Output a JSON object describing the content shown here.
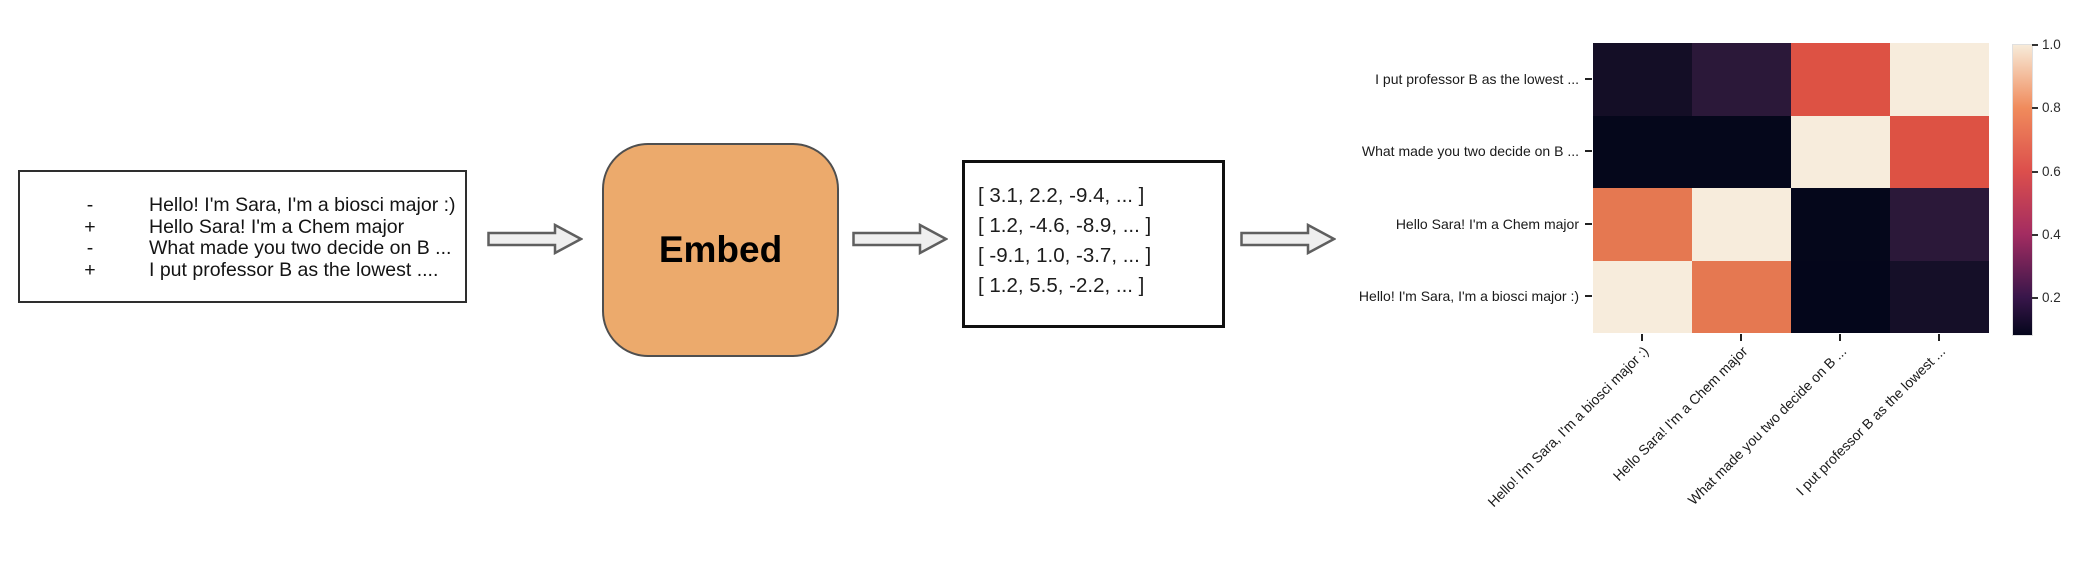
{
  "pipeline": {
    "chat_box": {
      "messages": [
        {
          "bullet": "-",
          "text": "Hello! I'm Sara, I'm a biosci major :)"
        },
        {
          "bullet": "+",
          "text": "Hello Sara! I'm a Chem major"
        },
        {
          "bullet": "-",
          "text": "What made you two decide on B ..."
        },
        {
          "bullet": "+",
          "text": "I put professor B as the lowest ...."
        }
      ]
    },
    "embed_block": {
      "label": "Embed",
      "fill": "#ecaa6c",
      "border": "#4f4f4f"
    },
    "vectors_box": {
      "lines": [
        "[ 3.1, 2.2, -9.4, ... ]",
        "[ 1.2, -4.6, -8.9, ... ]",
        "[ -9.1, 1.0, -3.7, ... ]",
        "[ 1.2, 5.5, -2.2, ... ]"
      ]
    },
    "arrow_style": {
      "fill": "#efefef",
      "stroke": "#5f5f5f"
    }
  },
  "chart_data": {
    "type": "heatmap",
    "title": "",
    "xlabel": "",
    "ylabel": "",
    "rows": [
      "I put professor B as the lowest ...",
      "What made you two decide on B ...",
      "Hello Sara! I'm a Chem major",
      "Hello! I'm Sara, I'm a biosci major :)"
    ],
    "columns": [
      "Hello! I'm Sara, I'm a biosci major :)",
      "Hello Sara! I'm a Chem major",
      "What made you two decide on B  ...",
      "I put professor B as the lowest  ..."
    ],
    "values": [
      [
        0.15,
        0.22,
        0.63,
        1.0
      ],
      [
        0.1,
        0.1,
        1.0,
        0.63
      ],
      [
        0.72,
        1.0,
        0.1,
        0.22
      ],
      [
        1.0,
        0.72,
        0.1,
        0.15
      ]
    ],
    "cell_colors": [
      [
        "#140e26",
        "#2b1839",
        "#dd5244",
        "#f7ecdc"
      ],
      [
        "#05071b",
        "#05071b",
        "#f7ecdc",
        "#dd5244"
      ],
      [
        "#e57851",
        "#f7ecdc",
        "#05071b",
        "#2b1839"
      ],
      [
        "#f7ecdc",
        "#e57851",
        "#04061b",
        "#150f28"
      ]
    ],
    "colormap": "rocket",
    "grid": false,
    "legend_position": "right-colorbar",
    "colorbar": {
      "vmin": 0.08,
      "vmax": 1.0,
      "ticks": [
        "1.0",
        "0.8",
        "0.6",
        "0.4",
        "0.2"
      ],
      "gradient": [
        {
          "color": "#f7ebd9",
          "pos": 0
        },
        {
          "color": "#f08b5c",
          "pos": 21.7
        },
        {
          "color": "#dc4f4c",
          "pos": 43.5
        },
        {
          "color": "#a32c61",
          "pos": 65.2
        },
        {
          "color": "#38164a",
          "pos": 87
        },
        {
          "color": "#05061c",
          "pos": 100
        }
      ]
    }
  }
}
